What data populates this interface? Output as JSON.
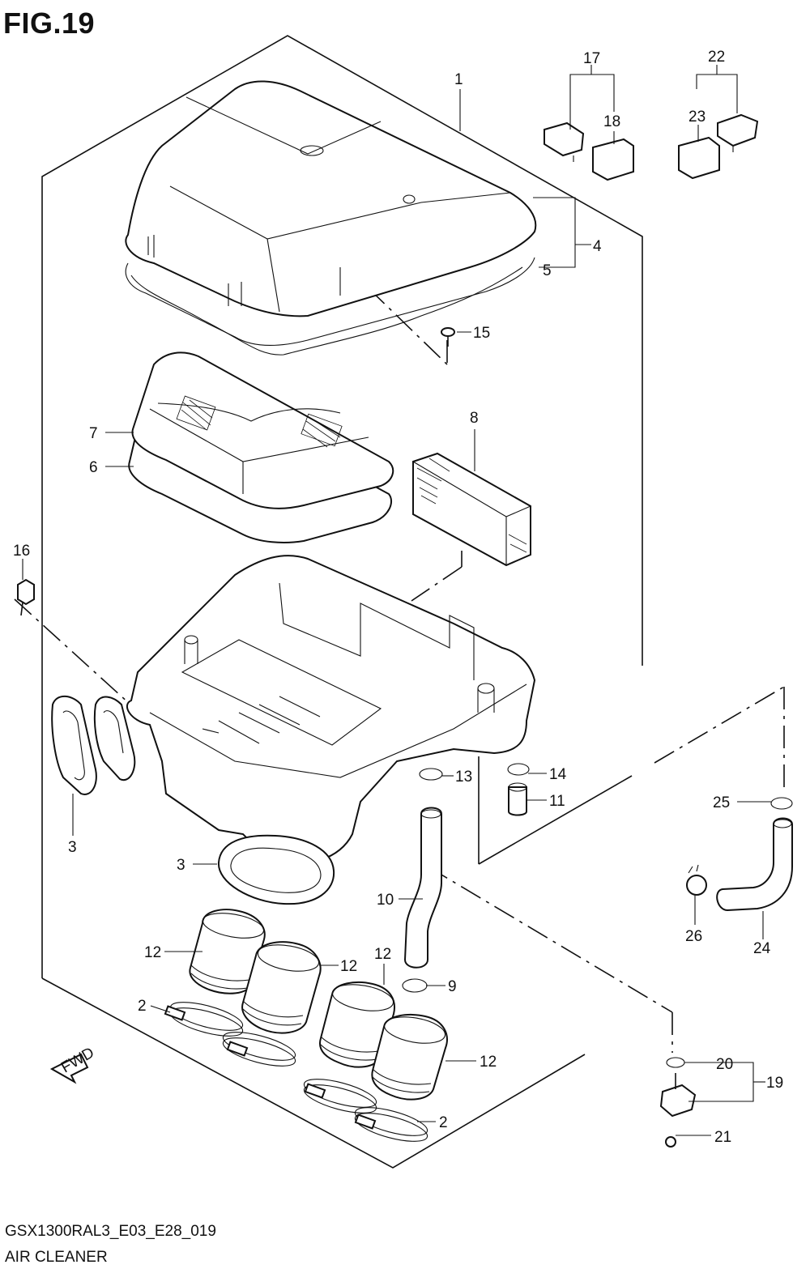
{
  "figure": {
    "title": "FIG.19",
    "drawing_code": "GSX1300RAL3_E03_E28_019",
    "name": "AIR CLEANER",
    "direction_badge": "FWD"
  },
  "callouts": {
    "c1": "1",
    "c2a": "2",
    "c2b": "2",
    "c3a": "3",
    "c3b": "3",
    "c4": "4",
    "c5": "5",
    "c6": "6",
    "c7": "7",
    "c8": "8",
    "c9": "9",
    "c10": "10",
    "c11": "11",
    "c12a": "12",
    "c12b": "12",
    "c12c": "12",
    "c12d": "12",
    "c13": "13",
    "c14": "14",
    "c15": "15",
    "c16": "16",
    "c17": "17",
    "c18": "18",
    "c19": "19",
    "c20": "20",
    "c21": "21",
    "c22": "22",
    "c23": "23",
    "c24": "24",
    "c25": "25",
    "c26": "26"
  }
}
